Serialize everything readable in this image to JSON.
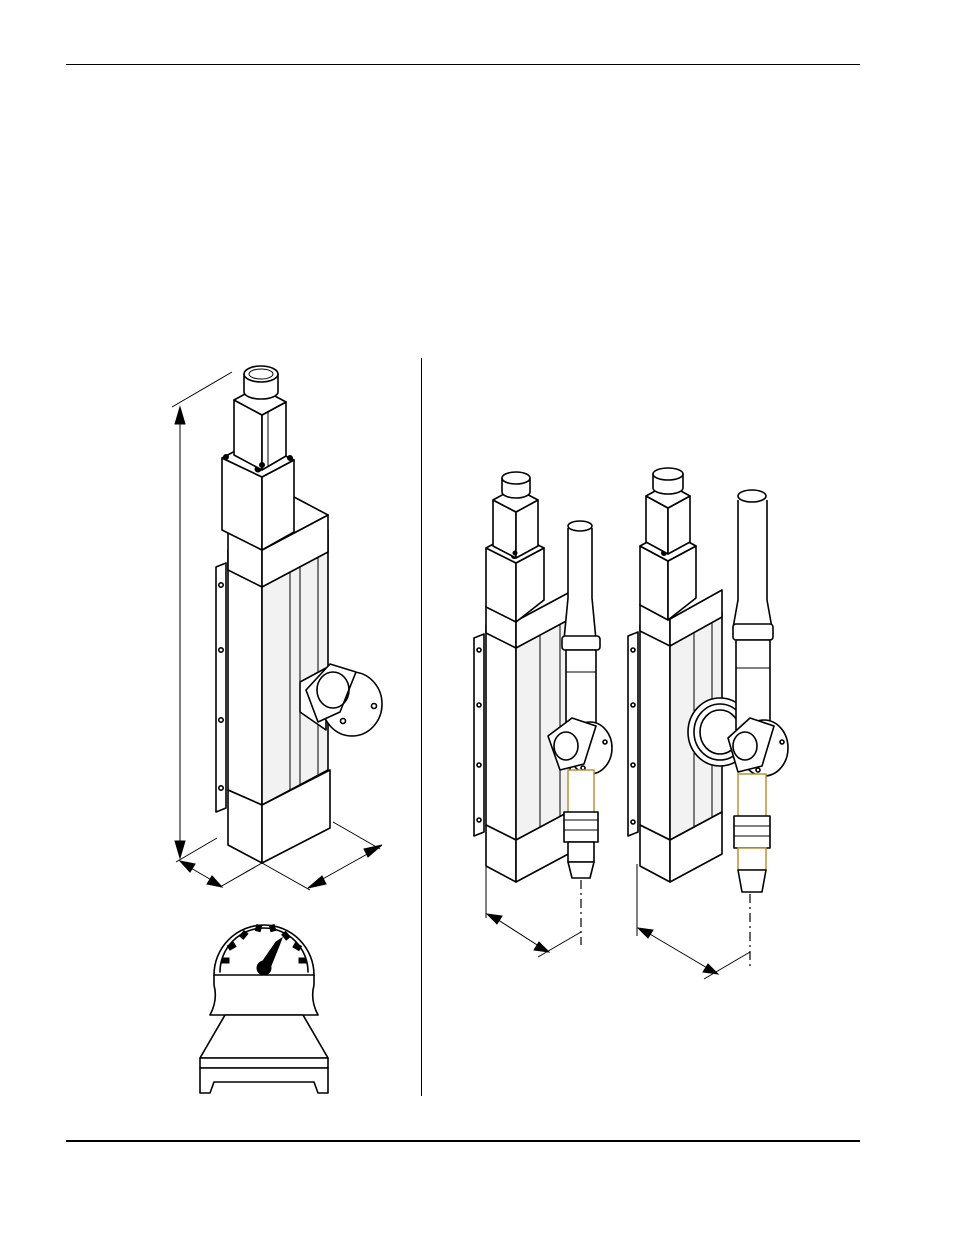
{
  "page": {
    "header_rule": true,
    "footer_rule": true,
    "divider": true
  },
  "figure_left": {
    "icons": [
      "actuator-body-icon",
      "overall-height-dimension",
      "width-dimension",
      "depth-dimension",
      "weight-scale-icon"
    ]
  },
  "figure_right": {
    "icons": [
      "actuator-with-valve-icon",
      "actuator-with-large-valve-icon",
      "offset-dimension-small",
      "offset-dimension-large"
    ]
  },
  "colors": {
    "line": "#000000",
    "background": "#ffffff",
    "nozzle_highlight": "#b88a2a"
  }
}
